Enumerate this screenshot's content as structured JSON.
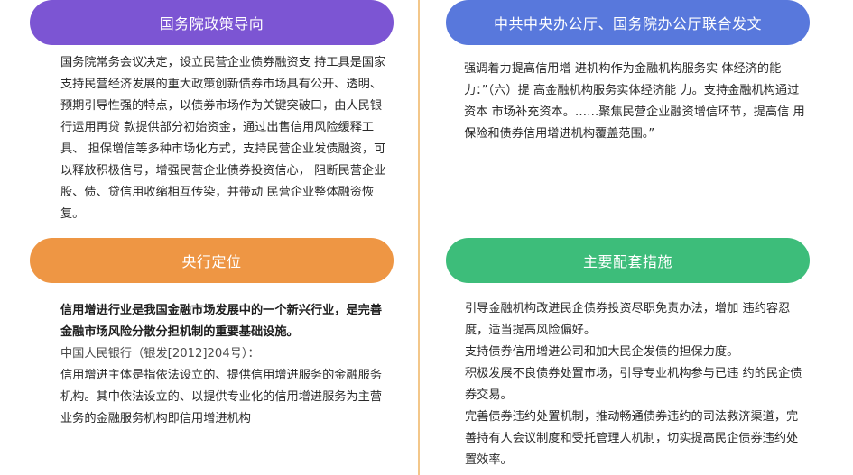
{
  "sections": {
    "policy": {
      "title": "国务院政策导向",
      "body": "国务院常务会议决定，设立民营企业债券融资支 持工具是国家支持民营经济发展的重大政策创新债券市场具有公开、透明、预期引导性强的特点，以债券市场作为关键突破口，由人民银行运用再贷 款提供部分初始资金，通过出售信用风险缓释工具、 担保增信等多种市场化方式，支持民营企业发债融资，可以释放积极信号，增强民营企业债券投资信心， 阻断民营企业股、债、贷信用收缩相互传染，并带动 民营企业整体融资恢复。"
    },
    "joint_notice": {
      "title": "中共中央办公厅、国务院办公厅联合发文",
      "body": "强调着力提高信用增 进机构作为金融机构服务实 体经济的能力：”（六）提 高金融机构服务实体经济能 力。支持金融机构通过资本 市场补充资本。……聚焦民营企业融资增信环节，提高信 用保险和债券信用增进机构覆盖范围。”"
    },
    "central_bank": {
      "title": "央行定位",
      "bold_text": "信用增进行业是我国金融市场发展中的一个新兴行业，是完善金融市场风险分散分担机制的重要基础设施。",
      "source": "中国人民银行（银发[2012]204号）：",
      "body": "信用增进主体是指依法设立的、提供信用增进服务的金融服务机构。其中依法设立的、以提供专业化的信用增进服务为主营业务的金融服务机构即信用增进机构"
    },
    "measures": {
      "title": "主要配套措施",
      "items": [
        "引导金融机构改进民企债券投资尽职免责办法，增加 违约容忍度，适当提高风险偏好。",
        "支持债券信用增进公司和加大民企发债的担保力度。",
        "积极发展不良债券处置市场，引导专业机构参与已违 约的民企债券交易。",
        "完善债券违约处置机制，推动畅通债券违约的司法救济渠道，完善持有人会议制度和受托管理人机制，切实提高民企债券违约处置效率。"
      ]
    }
  },
  "colors": {
    "policy": "#7c55d3",
    "joint_notice": "#5878dc",
    "central_bank": "#ee9644",
    "measures": "#3dbd7a",
    "divider": "#f3c78a"
  }
}
